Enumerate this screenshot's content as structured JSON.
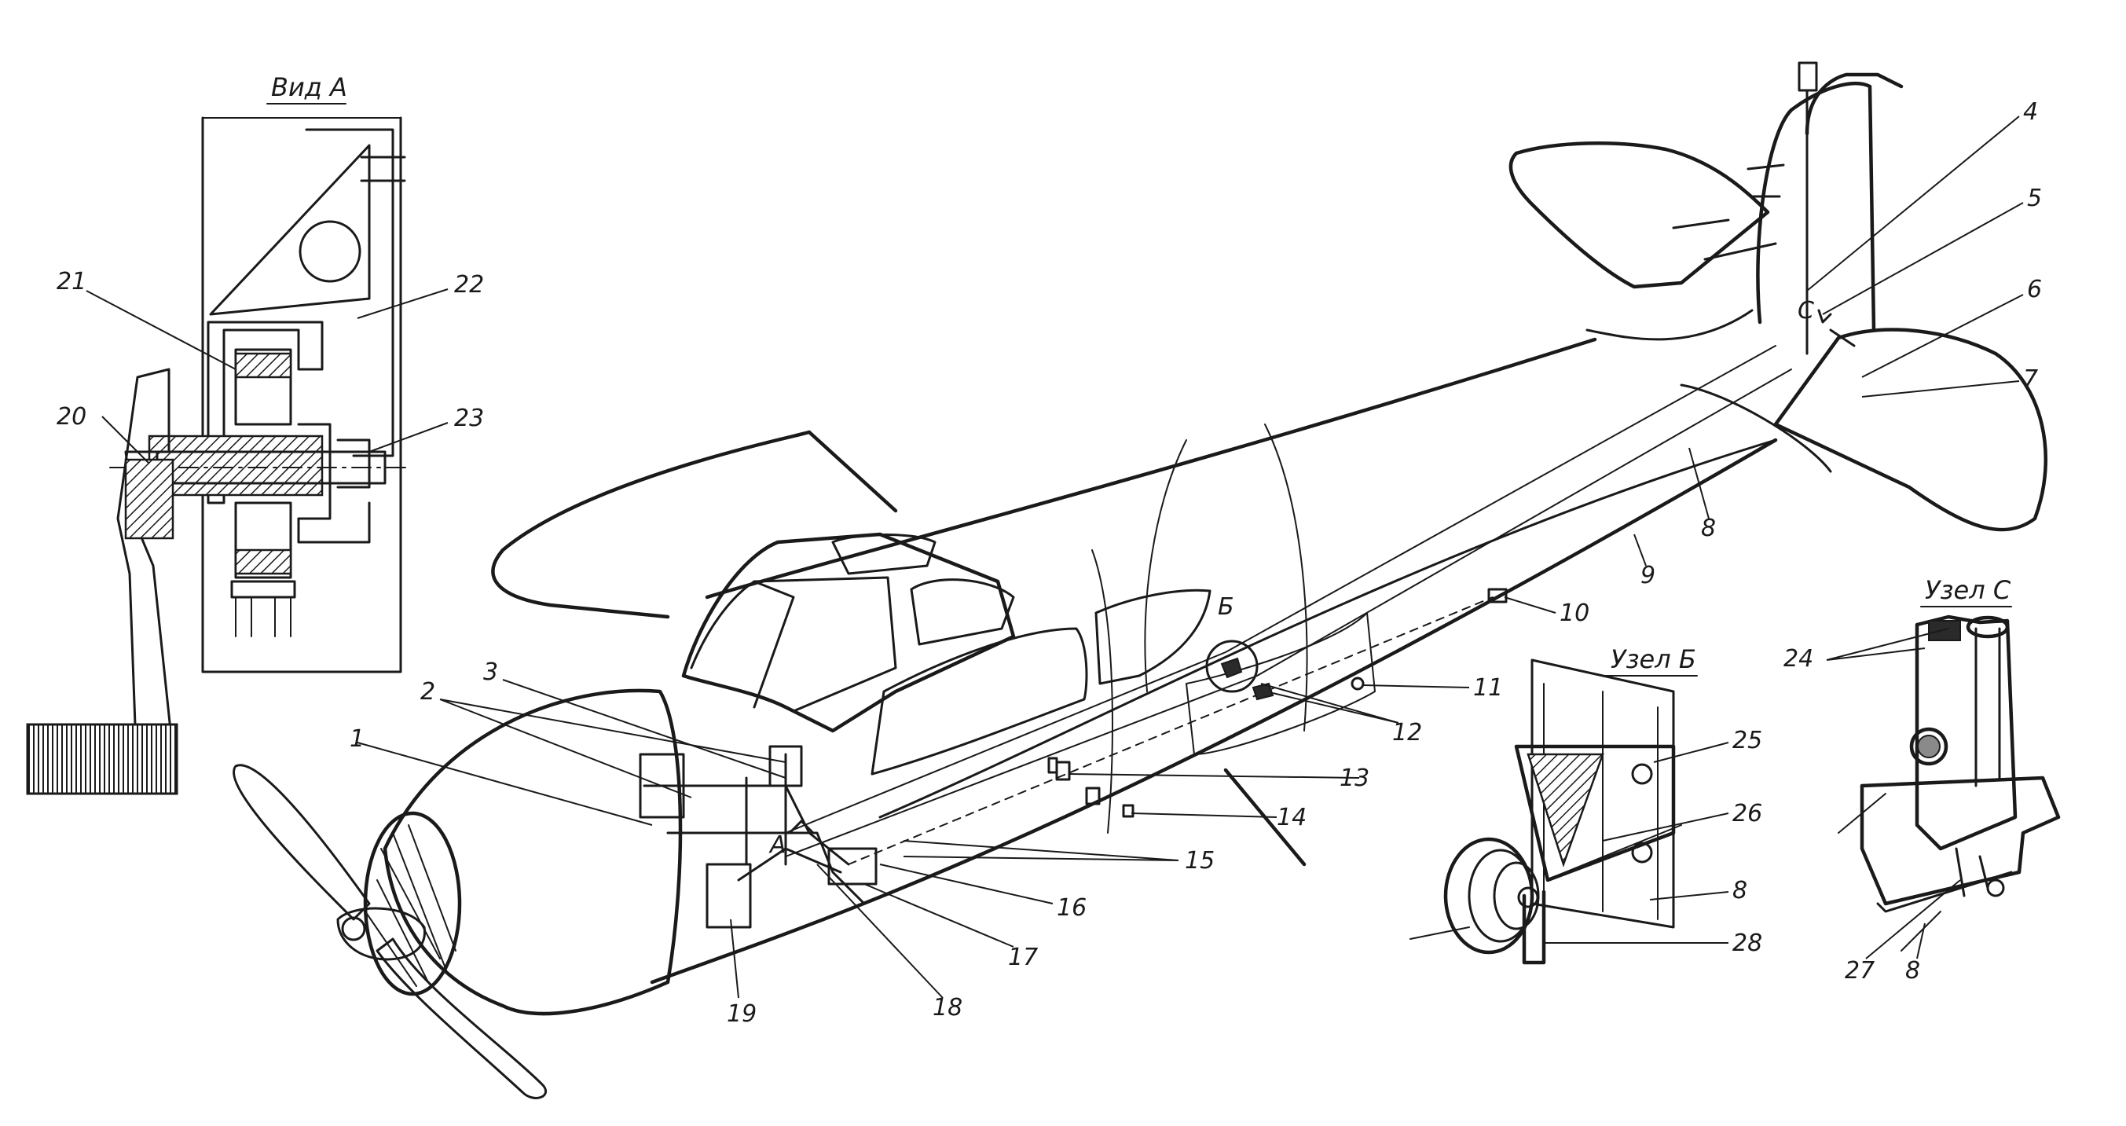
{
  "titles": {
    "view_a": "Вид А",
    "node_b": "Узел Б",
    "node_c": "Узел С"
  },
  "markers": {
    "b": "Б",
    "c": "С",
    "a": "A"
  },
  "callouts": {
    "n1": "1",
    "n2": "2",
    "n3": "3",
    "n4": "4",
    "n5": "5",
    "n6": "6",
    "n7": "7",
    "n8": "8",
    "n9": "9",
    "n10": "10",
    "n11": "11",
    "n12": "12",
    "n13": "13",
    "n14": "14",
    "n15": "15",
    "n16": "16",
    "n17": "17",
    "n18": "18",
    "n19": "19",
    "n20": "20",
    "n21": "21",
    "n22": "22",
    "n23": "23",
    "n24": "24",
    "n25": "25",
    "n26": "26",
    "n27": "27",
    "n28": "28",
    "n8b": "8",
    "n8c": "8"
  }
}
